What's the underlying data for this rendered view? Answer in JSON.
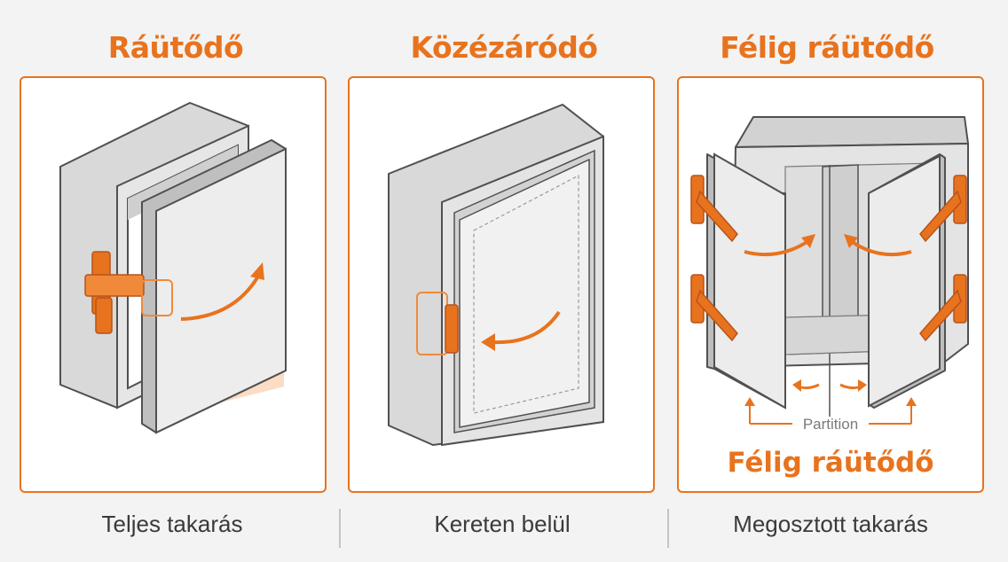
{
  "panels": [
    {
      "title": "Ráütődő",
      "caption": "Teljes takarás"
    },
    {
      "title": "Közézáródó",
      "caption": "Kereten belül"
    },
    {
      "title": "Félig ráütődő",
      "caption": "Megosztott takarás",
      "partition_label": "Partition",
      "subtitle": "Félig ráütődő"
    }
  ],
  "colors": {
    "accent": "#e8731e",
    "cabinet": "#dcdcdc",
    "outline": "#505050",
    "background": "#f3f3f3"
  }
}
